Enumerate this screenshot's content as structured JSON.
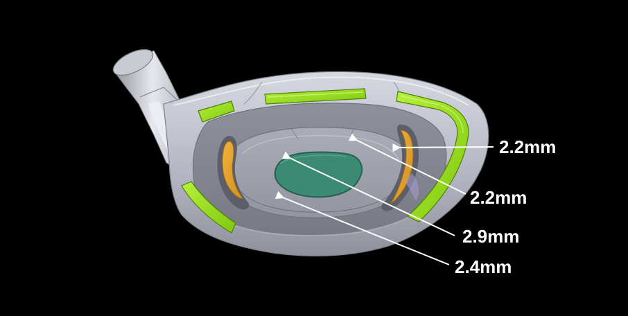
{
  "callouts": [
    {
      "label": "2.2mm"
    },
    {
      "label": "2.2mm"
    },
    {
      "label": "2.9mm"
    },
    {
      "label": "2.4mm"
    }
  ],
  "colors": {
    "background": "#000000",
    "body_shell": "#b9bcc8",
    "cavity_floor": "#8b8e99",
    "inner_platform": "#a2a5b0",
    "center_pad": "#3d8a74",
    "side_pockets": "#e1a431",
    "rim_segments": "#9be020",
    "arrow": "#ffffff"
  },
  "icons": {
    "component": "golf-driver-head-cross-section"
  }
}
